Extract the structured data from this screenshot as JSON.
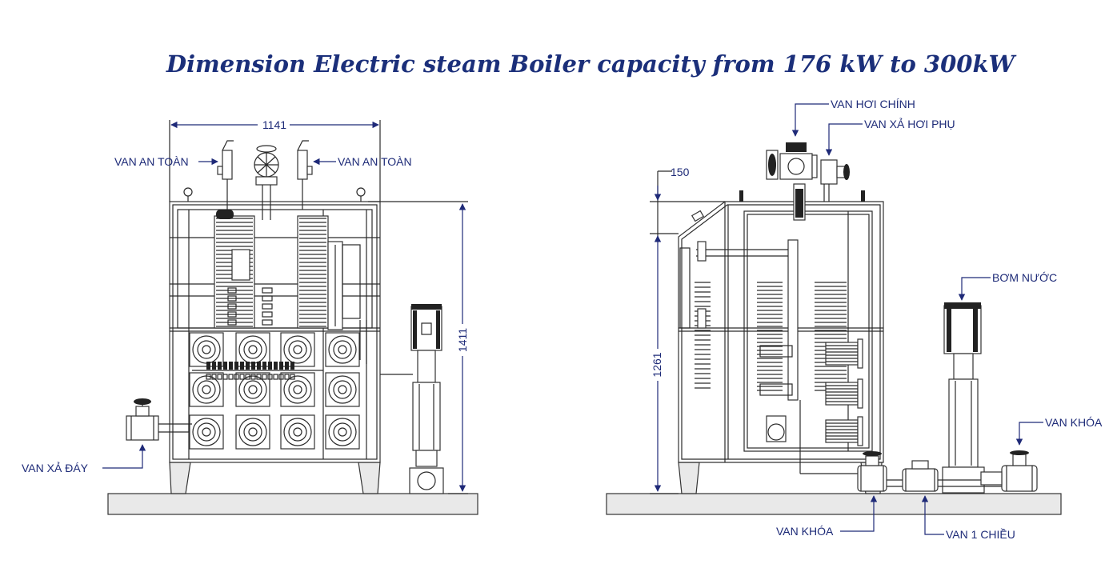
{
  "title": "Dimension Electric steam Boiler capacity from 176 kW to 300kW",
  "dimensions": {
    "front_width": "1141",
    "front_height": "1411",
    "side_offset": "150",
    "side_height": "1261"
  },
  "labels": {
    "safety_valve_left": "VAN AN TOÀN",
    "safety_valve_right": "VAN AN TOÀN",
    "drain_valve": "VAN XẢ ĐÁY",
    "main_steam_valve": "VAN HƠI CHÍNH",
    "aux_steam_valve": "VAN XẢ HƠI PHỤ",
    "water_pump": "BƠM NƯỚC",
    "lock_valve_right": "VAN KHÓA",
    "lock_valve_bottom": "VAN KHÓA",
    "check_valve": "VAN 1 CHIỀU"
  },
  "colors": {
    "title": "#1b2f7a",
    "label": "#1e2b78",
    "line": "#2a2a2a"
  }
}
